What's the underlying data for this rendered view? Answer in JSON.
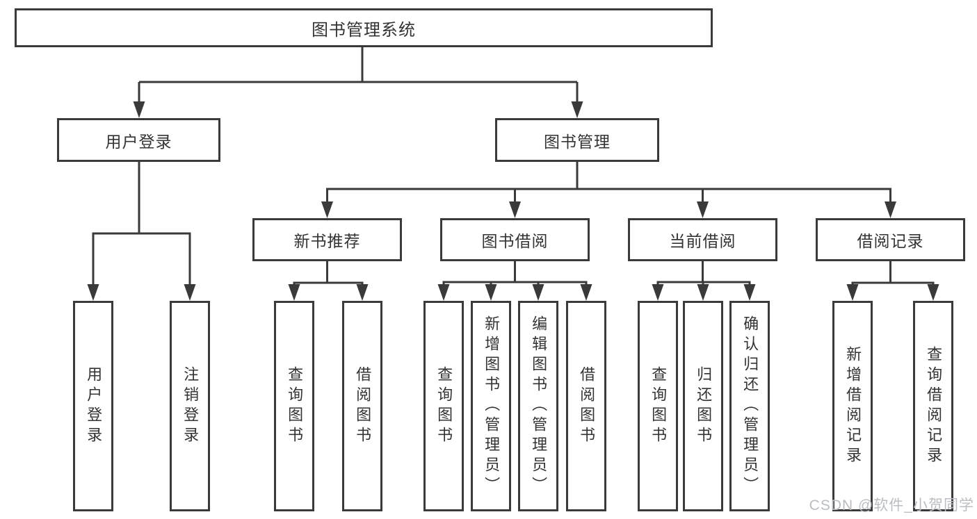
{
  "colors": {
    "line": "#3a3a3a",
    "box_background": "#ffffff",
    "text": "#333333",
    "watermark": "#b9bec4"
  },
  "watermark": {
    "text": "CSDN @软件_小贺同学"
  },
  "tree": {
    "root": {
      "label": "图书管理系统",
      "children": [
        {
          "label": "用户登录",
          "children": [
            {
              "label": "用户登录"
            },
            {
              "label": "注销登录"
            }
          ]
        },
        {
          "label": "图书管理",
          "children": [
            {
              "label": "新书推荐",
              "children": [
                {
                  "label": "查询图书"
                },
                {
                  "label": "借阅图书"
                }
              ]
            },
            {
              "label": "图书借阅",
              "children": [
                {
                  "label": "查询图书"
                },
                {
                  "label": "新增图书（管理员）"
                },
                {
                  "label": "编辑图书（管理员）"
                },
                {
                  "label": "借阅图书"
                }
              ]
            },
            {
              "label": "当前借阅",
              "children": [
                {
                  "label": "查询图书"
                },
                {
                  "label": "归还图书"
                },
                {
                  "label": "确认归还（管理员）"
                }
              ]
            },
            {
              "label": "借阅记录",
              "children": [
                {
                  "label": "新增借阅记录"
                },
                {
                  "label": "查询借阅记录"
                }
              ]
            }
          ]
        }
      ]
    }
  }
}
